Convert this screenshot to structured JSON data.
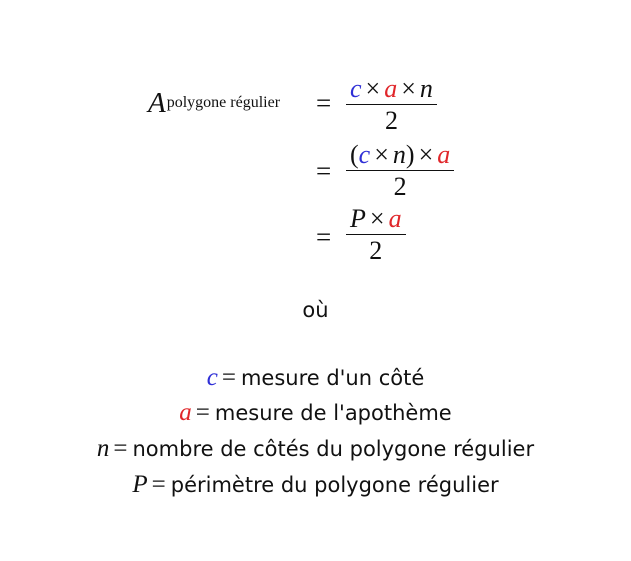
{
  "formula": {
    "lhs_symbol": "A",
    "lhs_subscript": "polygone régulier",
    "equals": "=",
    "times": "×",
    "line1": {
      "c": "c",
      "a": "a",
      "n": "n",
      "den": "2"
    },
    "line2": {
      "open": "(",
      "c": "c",
      "n": "n",
      "close": ")",
      "a": "a",
      "den": "2"
    },
    "line3": {
      "P": "P",
      "a": "a",
      "den": "2"
    }
  },
  "connector": "où",
  "definitions": [
    {
      "symbol": "c",
      "equals": "=",
      "text": "mesure d'un côté",
      "color": "#2f2fd6"
    },
    {
      "symbol": "a",
      "equals": "=",
      "text": "mesure de l'apothème",
      "color": "#e0262a"
    },
    {
      "symbol": "n",
      "equals": "=",
      "text": "nombre de côtés du polygone régulier",
      "color": "#111111"
    },
    {
      "symbol": "P",
      "equals": "=",
      "text": "périmètre du polygone régulier",
      "color": "#111111"
    }
  ]
}
